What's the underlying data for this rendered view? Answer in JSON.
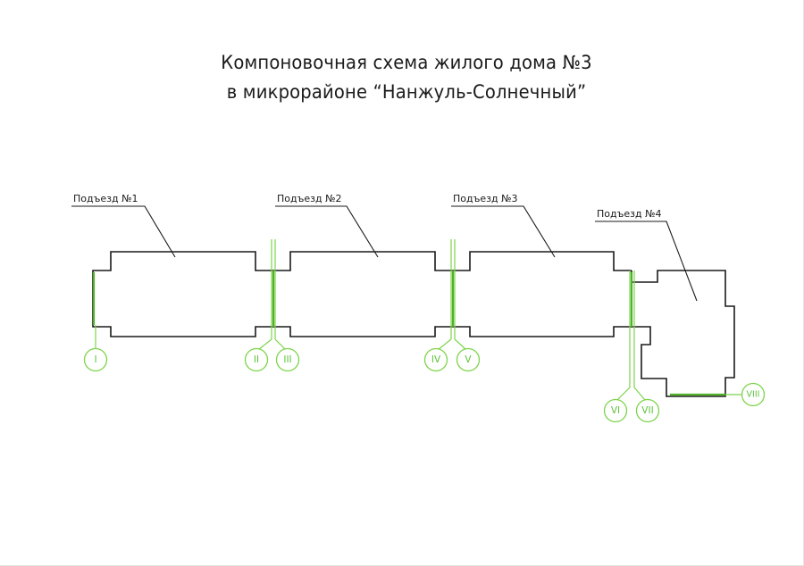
{
  "title": {
    "line1": "Компоновочная схема жилого дома №3",
    "line2": "в микрорайоне “Нанжуль-Солнечный”"
  },
  "entrances": [
    {
      "label": "Подъезд №1"
    },
    {
      "label": "Подъезд №2"
    },
    {
      "label": "Подъезд №3"
    },
    {
      "label": "Подъезд №4"
    }
  ],
  "axes": [
    {
      "label": "I"
    },
    {
      "label": "II"
    },
    {
      "label": "III"
    },
    {
      "label": "IV"
    },
    {
      "label": "V"
    },
    {
      "label": "VI"
    },
    {
      "label": "VII"
    },
    {
      "label": "VIII"
    }
  ],
  "colors": {
    "outline": "#1a1a1a",
    "axis": "#7cd44a",
    "axis_text": "#5cc23a"
  }
}
